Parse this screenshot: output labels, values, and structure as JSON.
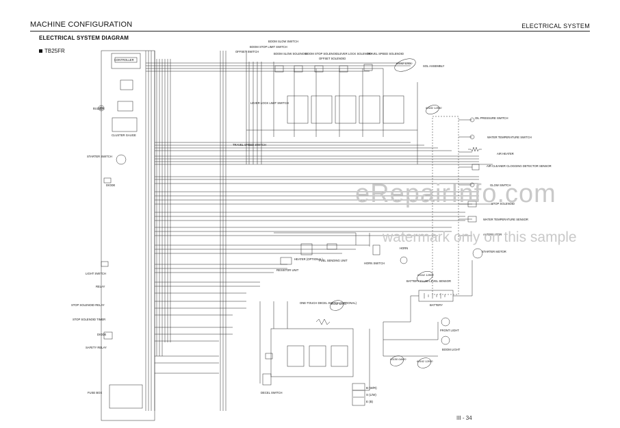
{
  "header": {
    "section_title": "MACHINE CONFIGURATION",
    "section_right": "ELECTRICAL SYSTEM",
    "diagram_title": "ELECTRICAL SYSTEM DIAGRAM",
    "model": "TB25FR"
  },
  "watermark": {
    "brand": "eRepairInfo.com",
    "note": "watermark only on this sample"
  },
  "page_number": "III - 34",
  "components": {
    "controller": "CONTROLLER",
    "buzzer": "BUZZER",
    "cluster_gauge": "CLUSTER GAUGE",
    "starter_switch": "STARTER SWITCH",
    "diode_top": "DIODE",
    "light_switch": "LIGHT SWITCH",
    "relay": "RELAY",
    "stop_solenoid_relay": "STOP SOLENOID RELAY",
    "stop_solenoid_timer": "STOP SOLENOID TIMER",
    "diode_bottom": "DIODE",
    "safety_relay": "SAFETY RELAY",
    "fuse_box": "FUSE BOX",
    "offset_switch": "OFFSET SWITCH",
    "boom_stop_limit_switch": "BOOM STOP LIMIT SWITCH",
    "boom_slow_switch": "BOOM SLOW SWITCH",
    "boom_slow_solenoid": "BOOM SLOW SOLENOID",
    "boom_stop_solenoid": "BOOM STOP SOLENOID",
    "offset_solenoid": "OFFSET SOLENOID",
    "lever_lock_solenoid": "LEVER LOCK SOLENOID",
    "travel_speed_solenoid": "TRAVEL SPEED SOLENOID",
    "lever_lock_limit_switch": "LEVER LOCK LIMIT SWITCH",
    "travel_speed_switch": "TRAVEL SPEED SWITCH",
    "sol_assembly": "SOL ASSEMBLY",
    "oil_pressure_switch": "OIL PRESSURE SWITCH",
    "water_temperature_switch": "WATER TEMPERATURE SWITCH",
    "air_heater": "AIR HEATER",
    "air_cleaner_sensor": "AIR CLEANER CLOGGING DETECTOR SENSOR",
    "glow_switch": "GLOW SWITCH",
    "stop_solenoid": "STOP SOLENOID",
    "water_temperature_sensor": "WATER TEMPERATURE SENSOR",
    "alternator": "ALTERNATOR",
    "starter_motor": "STARTER MOTOR",
    "horn": "HORN",
    "horn_switch": "HORN SWITCH",
    "heater": "HEATER (OPTIONAL)",
    "fuel_sending_unit": "FUEL SENDING UNIT",
    "resistor_unit": "RESISTOR UNIT",
    "battery_fluid_sensor": "BATTERY FLUID LEVEL SENSOR",
    "battery": "BATTERY",
    "one_touch_decel": "ONE-TOUCH DECEL SWITCH (OPTIONAL)",
    "decel_switch": "DECEL SWITCH",
    "front_light": "FRONT LIGHT",
    "boom_light": "BOOM LIGHT"
  },
  "stamps": [
    "63162 12530",
    "63182 12830",
    "63162 12800",
    "63162 12700",
    "63150 04620",
    "63162 12830",
    "63220 12830"
  ],
  "terminal_labels": {
    "b": "B (W/R)",
    "s": "S (L/W)",
    "e": "E (B)"
  }
}
